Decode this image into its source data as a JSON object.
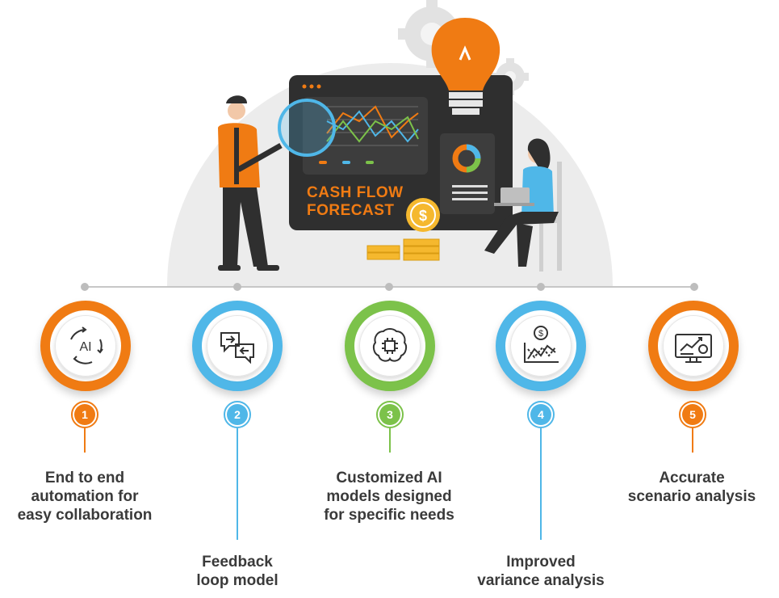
{
  "hero": {
    "screen_title_line1": "CASH FLOW",
    "screen_title_line2": "FORECAST"
  },
  "colors": {
    "orange": "#f07b13",
    "blue": "#4fb7e8",
    "green": "#7cc24a",
    "dark": "#2f2f2f",
    "text": "#3a3a3a",
    "gray_bg": "#ececec"
  },
  "steps": [
    {
      "number": "1",
      "color": "#f07b13",
      "icon": "ai-cycle-icon",
      "lines": [
        "End to end",
        "automation for",
        "easy collaboration"
      ]
    },
    {
      "number": "2",
      "color": "#4fb7e8",
      "icon": "chat-feedback-icon",
      "lines": [
        "Feedback",
        "loop model"
      ]
    },
    {
      "number": "3",
      "color": "#7cc24a",
      "icon": "ai-chip-brain-icon",
      "lines": [
        "Customized AI",
        "models designed",
        "for specific needs"
      ]
    },
    {
      "number": "4",
      "color": "#4fb7e8",
      "icon": "dollar-variance-chart-icon",
      "lines": [
        "Improved",
        "variance analysis"
      ]
    },
    {
      "number": "5",
      "color": "#f07b13",
      "icon": "monitor-analytics-icon",
      "lines": [
        "Accurate",
        "scenario analysis"
      ]
    }
  ]
}
